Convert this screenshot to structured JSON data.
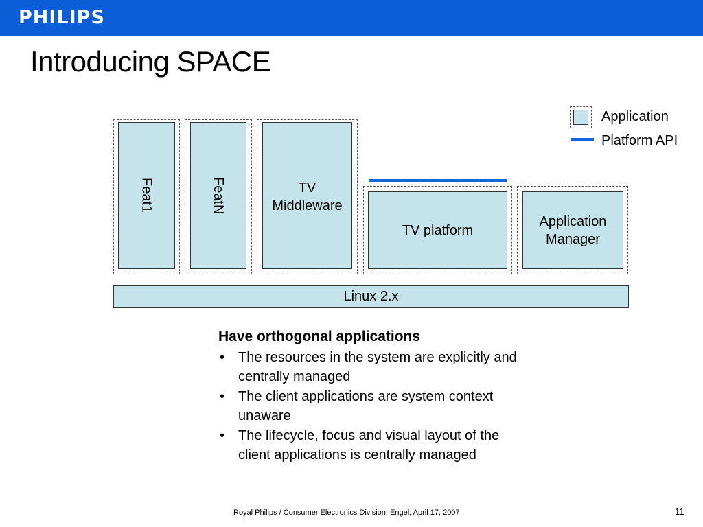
{
  "header": {
    "logo": "PHILIPS",
    "bar_color": "#0b5ed7"
  },
  "slide": {
    "title": "Introducing SPACE"
  },
  "diagram": {
    "box_fill": "#c5e3ea",
    "api_color": "#1565d8",
    "feat1": "Feat1",
    "featn": "FeatN",
    "tv_middleware": [
      "TV",
      "Middleware"
    ],
    "tv_platform": "TV platform",
    "app_manager": [
      "Application",
      "Manager"
    ],
    "linux": "Linux 2.x"
  },
  "legend": {
    "application": "Application",
    "platform_api": "Platform API"
  },
  "content": {
    "heading": "Have orthogonal applications",
    "bullets": [
      "The resources in the system are explicitly and centrally managed",
      "The client applications are system context unaware",
      "The lifecycle, focus and visual layout of the client applications is centrally managed"
    ],
    "bullet_char": "•"
  },
  "footer": {
    "text": "Royal Philips / Consumer Electronics Division, Engel, April 17, 2007",
    "page": "11"
  }
}
